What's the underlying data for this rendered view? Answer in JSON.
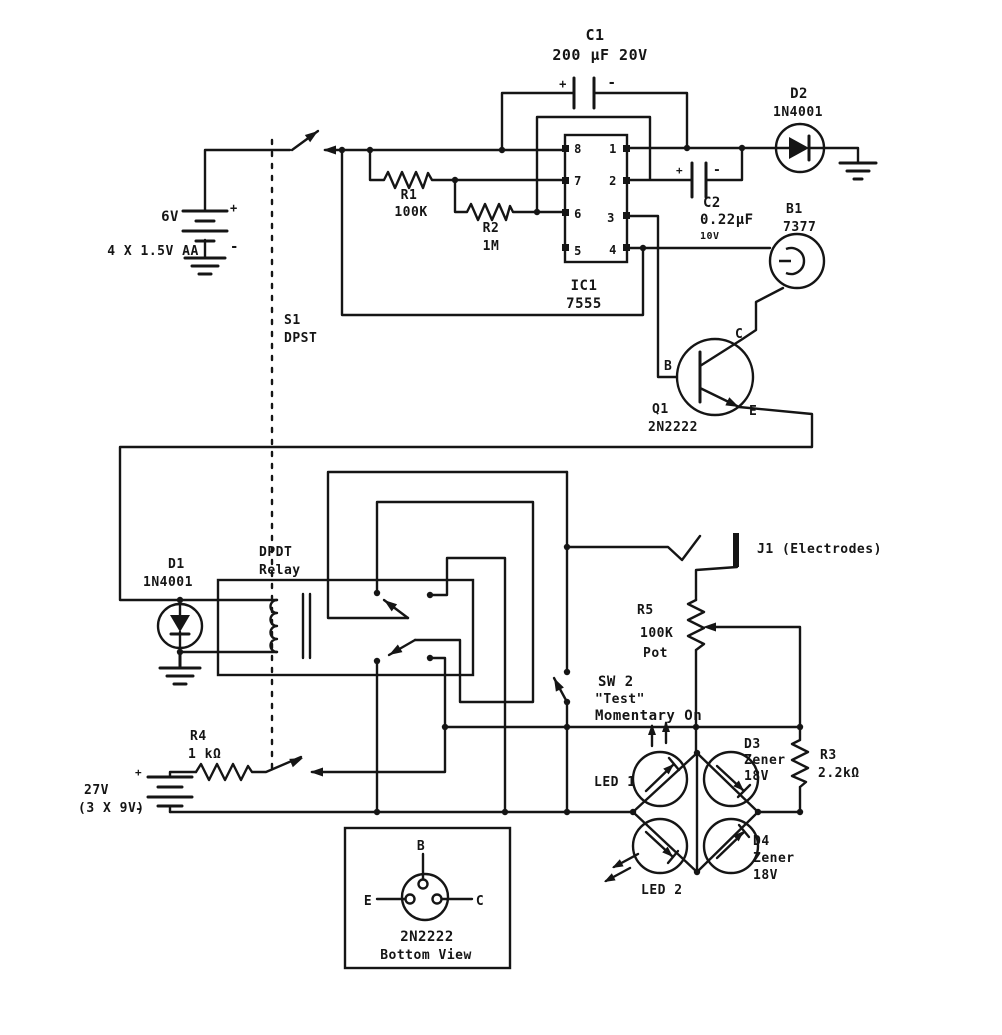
{
  "labels": {
    "plus": "+",
    "minus": "-",
    "c1_ref": "C1",
    "c1_val": "200 µF 20V",
    "d2_ref": "D2",
    "d2_val": "1N4001",
    "bat6_v": "6V",
    "bat6_desc": "4 X 1.5V AA",
    "s1_ref": "S1",
    "s1_type": "DPST",
    "r1_ref": "R1",
    "r1_val": "100K",
    "r2_ref": "R2",
    "r2_val": "1M",
    "ic1_ref": "IC1",
    "ic1_val": "7555",
    "pin8": "8",
    "pin1": "1",
    "pin7": "7",
    "pin2": "2",
    "pin6": "6",
    "pin3": "3",
    "pin5": "5",
    "pin4": "4",
    "c2_ref": "C2",
    "c2_val": "0.22µF",
    "c2_volt": "10V",
    "b1_ref": "B1",
    "b1_val": "7377",
    "q1_ref": "Q1",
    "q1_val": "2N2222",
    "q1_b": "B",
    "q1_c": "C",
    "q1_e": "E",
    "d1_ref": "D1",
    "d1_val": "1N4001",
    "relay_l1": "DPDT",
    "relay_l2": "Relay",
    "j1": "J1  (Electrodes)",
    "r5_ref": "R5",
    "r5_val": "100K",
    "r5_type": "Pot",
    "sw2_ref": "SW 2",
    "sw2_name": "\"Test\"",
    "sw2_type": "Momentary On",
    "led1": "LED 1",
    "led2": "LED 2",
    "d3_ref": "D3",
    "d3_type": "Zener",
    "d3_val": "18V",
    "d4_ref": "D4",
    "d4_type": "Zener",
    "d4_val": "18V",
    "r3_ref": "R3",
    "r3_val": "2.2kΩ",
    "r4_ref": "R4",
    "r4_val": "1 kΩ",
    "bat27_v": "27V",
    "bat27_desc": "(3 X 9V)",
    "bv_title": "2N2222",
    "bv_sub": "Bottom View",
    "bv_b": "B",
    "bv_e": "E",
    "bv_c": "C"
  }
}
